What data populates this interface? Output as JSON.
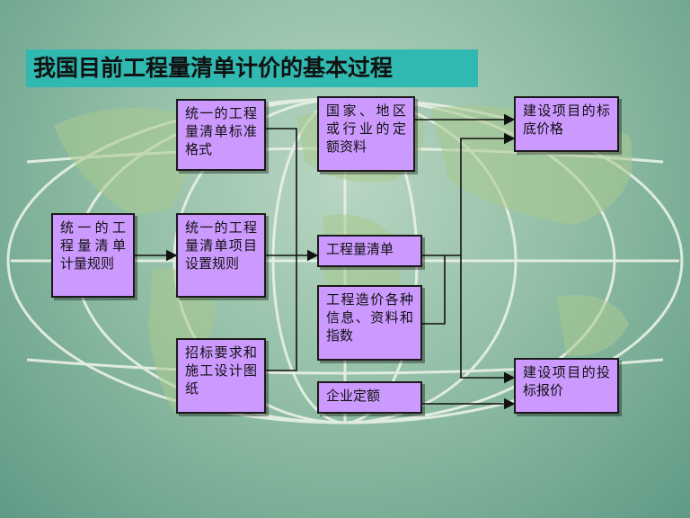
{
  "title": "我国目前工程量清单计价的基本过程",
  "boxes": {
    "unified_format": "统一的工程量清单标准格式",
    "unified_rules": "统一的工程量清单计量规则",
    "unified_item_setting": "统一的工程量清单项目设置规则",
    "tender_requirements": "招标要求和施工设计图纸",
    "quota_data": "国家、地区或行业的定额资料",
    "bill_of_quantities": "工程量清单",
    "cost_info": "工程造价各种信息、资料和指数",
    "enterprise_quota": "企业定额",
    "base_price": "建设项目的标底价格",
    "bid_price": "建设项目的投标报价"
  }
}
